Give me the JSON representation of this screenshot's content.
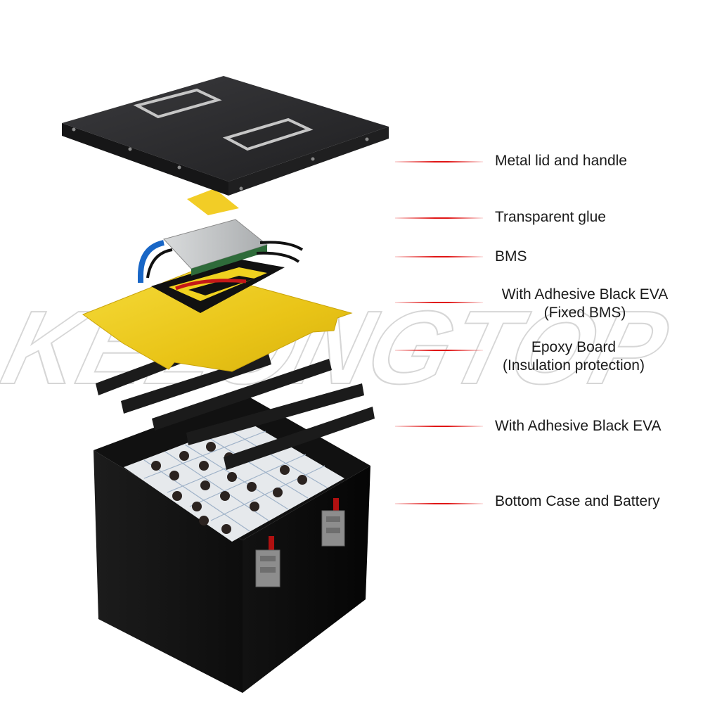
{
  "watermark": {
    "text": "KELONGTOP"
  },
  "colors": {
    "leader": "#e01616",
    "metal": "#2d2d2f",
    "epoxy": "#f2d21f",
    "eva": "#1b1b1b",
    "label_text": "#1a1a1a"
  },
  "labels": [
    {
      "id": "lid",
      "lines": [
        "Metal lid and handle"
      ]
    },
    {
      "id": "glue",
      "lines": [
        "Transparent glue"
      ]
    },
    {
      "id": "bms",
      "lines": [
        "BMS"
      ]
    },
    {
      "id": "eva-fixed",
      "lines": [
        "With Adhesive Black EVA",
        "(Fixed BMS)"
      ]
    },
    {
      "id": "epoxy",
      "lines": [
        "Epoxy Board",
        "(Insulation protection)"
      ]
    },
    {
      "id": "eva",
      "lines": [
        "With Adhesive Black EVA"
      ]
    },
    {
      "id": "case",
      "lines": [
        "Bottom Case and Battery"
      ]
    }
  ]
}
